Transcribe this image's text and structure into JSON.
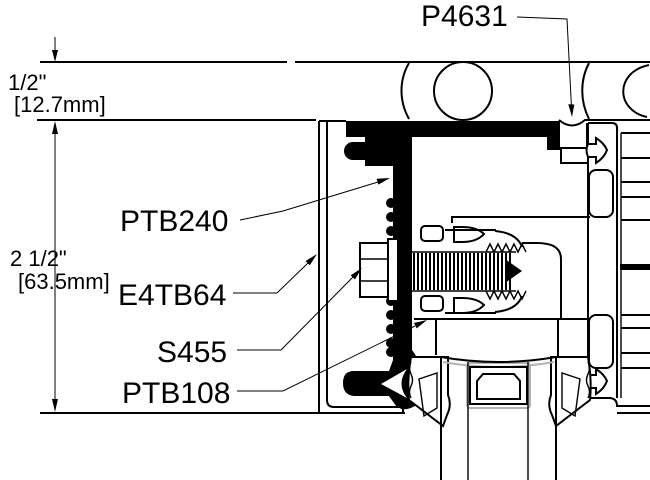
{
  "drawing": {
    "type": "glazing-head-section-detail",
    "background": "#ffffff",
    "line_color": "#000000",
    "sealant_gray": "#b3b3b3"
  },
  "labels": {
    "p4631": "P4631",
    "ptb240": "PTB240",
    "e4tb64": "E4TB64",
    "s455": "S455",
    "ptb108": "PTB108"
  },
  "dimensions": {
    "dim_half": {
      "imperial": "1/2\"",
      "metric": "[12.7mm]"
    },
    "dim_two_half": {
      "imperial": "2 1/2\"",
      "metric": "[63.5mm]"
    }
  }
}
